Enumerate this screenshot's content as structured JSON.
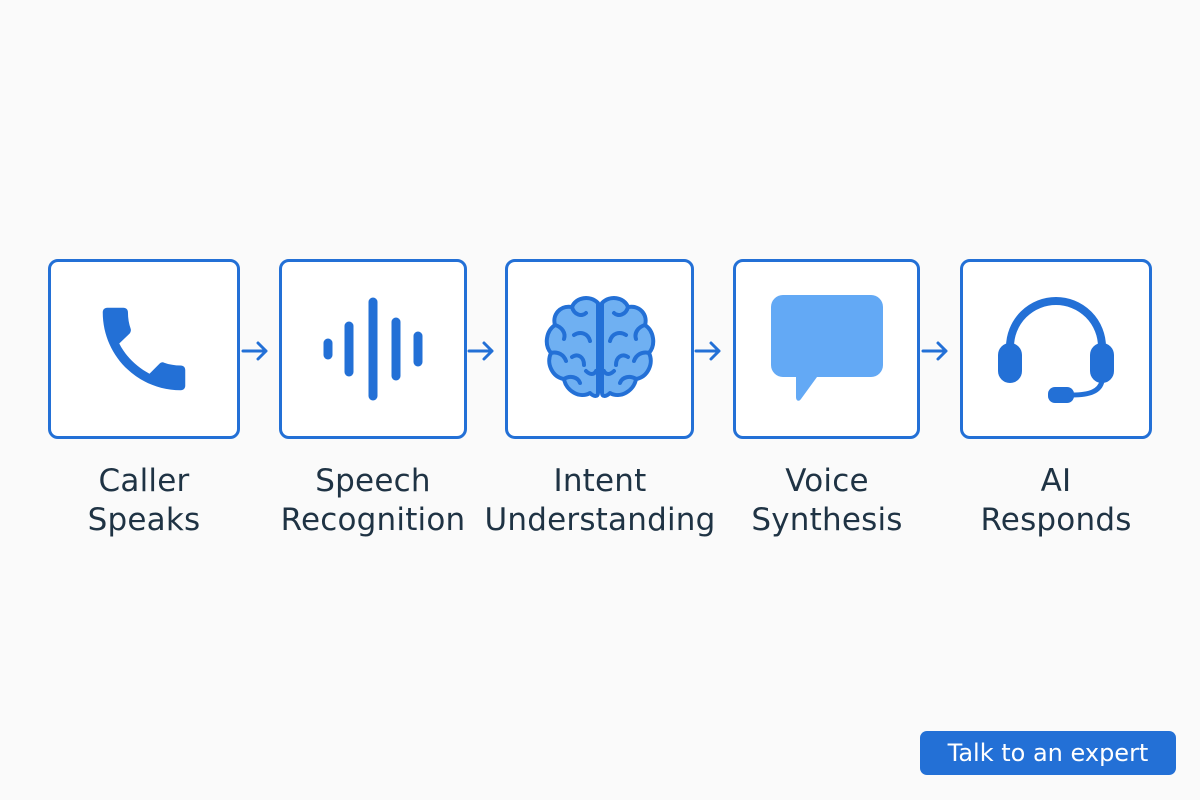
{
  "colors": {
    "accent": "#2370d6",
    "icon_fill": "#63a9f5",
    "label_text": "#1f3344",
    "background": "#fafafa"
  },
  "steps": [
    {
      "icon": "phone-icon",
      "label_line1": "Caller",
      "label_line2": "Speaks"
    },
    {
      "icon": "sound-wave-icon",
      "label_line1": "Speech",
      "label_line2": "Recognition"
    },
    {
      "icon": "brain-icon",
      "label_line1": "Intent",
      "label_line2": "Understanding"
    },
    {
      "icon": "chat-bubble-icon",
      "label_line1": "Voice",
      "label_line2": "Synthesis"
    },
    {
      "icon": "headset-icon",
      "label_line1": "AI",
      "label_line2": "Responds"
    }
  ],
  "connectors": [
    "arrow-right-icon",
    "arrow-right-icon",
    "arrow-right-icon",
    "arrow-right-icon"
  ],
  "cta": {
    "label": "Talk to an expert"
  }
}
